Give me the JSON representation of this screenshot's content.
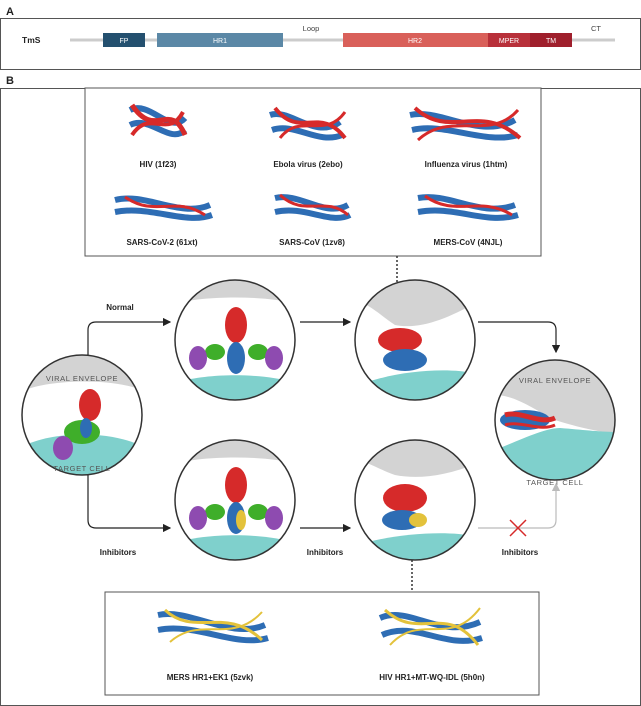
{
  "panelA": {
    "letter": "A",
    "protein": "TmS",
    "segments": {
      "fp": "FP",
      "hr1": "HR1",
      "loop": "Loop",
      "hr2": "HR2",
      "mper": "MPER",
      "tm": "TM",
      "ct": "CT"
    },
    "colors": {
      "fp": "#24506f",
      "hr1": "#5b88a6",
      "hr2": "#d9605a",
      "mper": "#b8303a",
      "tm": "#9f1f2c"
    }
  },
  "panelB": {
    "letter": "B",
    "structures_top": [
      "HIV (1f23)",
      "Ebola virus (2ebo)",
      "Influenza virus (1htm)",
      "SARS-CoV-2 (61xt)",
      "SARS-CoV (1zv8)",
      "MERS-CoV (4NJL)"
    ],
    "structures_bottom": [
      "MERS HR1+EK1 (5zvk)",
      "HIV HR1+MT-WQ-IDL (5h0n)"
    ],
    "labels": {
      "normal": "Normal",
      "inhibitors_left": "Inhibitors",
      "inhibitors_mid": "Inhibitors",
      "inhibitors_right": "Inhibitors",
      "viral_envelope_left": "VIRAL ENVELOPE",
      "target_cell_left": "TARGET CELL",
      "viral_envelope_right": "VIRAL ENVELOPE",
      "target_cell_right": "TARGET CELL"
    },
    "colors": {
      "hr1": "#2e6db4",
      "hr2": "#d62a2a",
      "green": "#3fae2a",
      "purple": "#8e4bb0",
      "yellow": "#e3c23b",
      "membrane": "#7fd0cc",
      "envelope": "#d3d3d3"
    }
  }
}
